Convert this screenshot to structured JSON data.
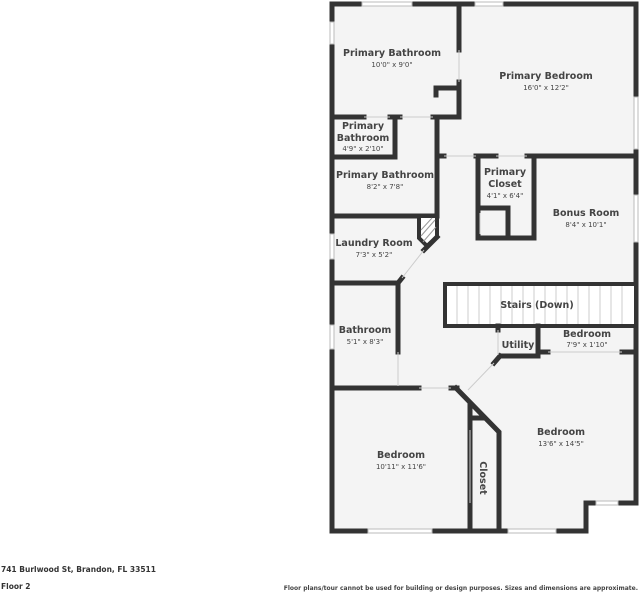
{
  "floorplan": {
    "floor_label": "Floor 2",
    "address": "741 Burlwood St, Brandon, FL 33511",
    "disclaimer": "Floor plans/tour cannot be used for building or design purposes. Sizes and dimensions are approximate.",
    "colors": {
      "wall": "#333333",
      "floor": "#f4f4f4",
      "background": "#ffffff",
      "text": "#444444"
    },
    "rooms": [
      {
        "name": "Primary Bathroom",
        "dims": "10'0\" x 9'0\""
      },
      {
        "name": "Primary Bedroom",
        "dims": "16'0\" x 12'2\""
      },
      {
        "name_line1": "Primary",
        "name_line2": "Bathroom",
        "dims": "4'9\" x 2'10\""
      },
      {
        "name": "Primary Bathroom",
        "dims": "8'2\" x 7'8\""
      },
      {
        "name_line1": "Primary",
        "name_line2": "Closet",
        "dims": "4'1\" x 6'4\""
      },
      {
        "name": "Bonus Room",
        "dims": "8'4\" x 10'1\""
      },
      {
        "name": "Laundry Room",
        "dims": "7'3\" x 5'2\""
      },
      {
        "name": "Stairs (Down)"
      },
      {
        "name": "Bathroom",
        "dims": "5'1\" x 8'3\""
      },
      {
        "name": "Utility"
      },
      {
        "name": "Bedroom",
        "dims": "7'9\" x 1'10\""
      },
      {
        "name": "Bedroom",
        "dims": "13'6\" x 14'5\""
      },
      {
        "name": "Bedroom",
        "dims": "10'11\" x 11'6\""
      },
      {
        "name": "Closet"
      }
    ]
  }
}
